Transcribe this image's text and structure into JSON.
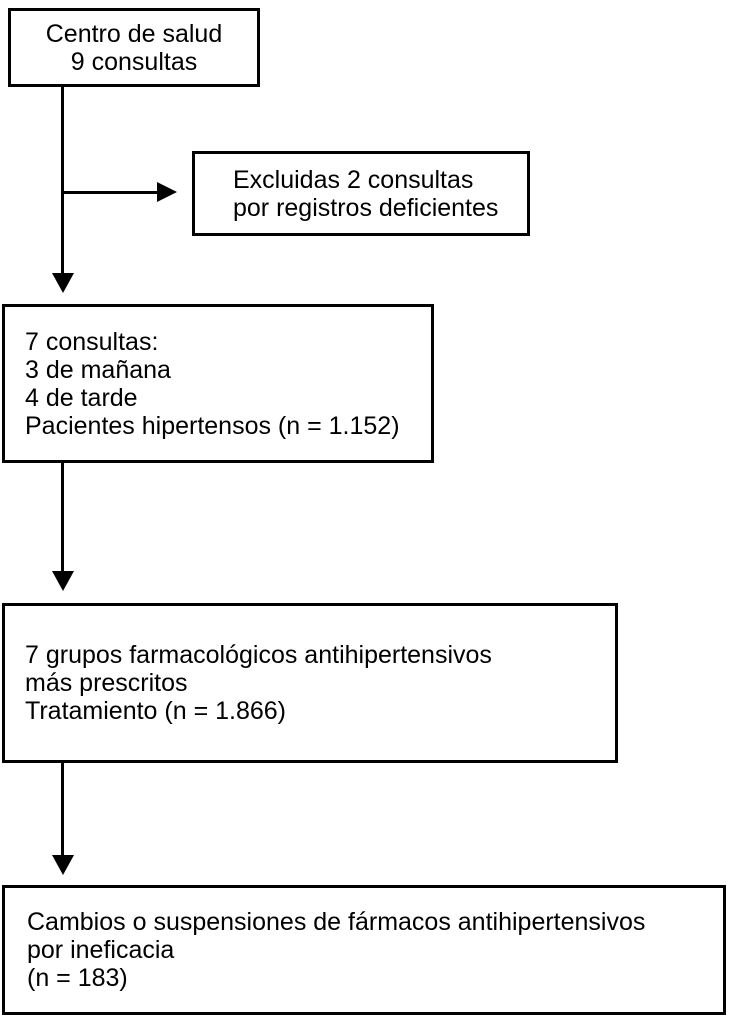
{
  "figure": {
    "type": "flowchart",
    "background_color": "#ffffff",
    "line_color": "#000000",
    "boxes": {
      "centro": {
        "lines": [
          "Centro de salud",
          "9 consultas"
        ]
      },
      "excluidas": {
        "lines": [
          "Excluidas 2 consultas",
          "por registros deficientes"
        ]
      },
      "consultas": {
        "lines": [
          "7 consultas:",
          "3 de mañana",
          "4 de tarde",
          "Pacientes hipertensos (n = 1.152)"
        ]
      },
      "grupos": {
        "lines": [
          "7 grupos farmacológicos antihipertensivos",
          "más prescritos",
          "Tratamiento (n = 1.866)"
        ]
      },
      "cambios": {
        "lines": [
          "Cambios o suspensiones de fármacos antihipertensivos",
          "por ineficacia",
          "(n = 183)"
        ]
      }
    }
  }
}
